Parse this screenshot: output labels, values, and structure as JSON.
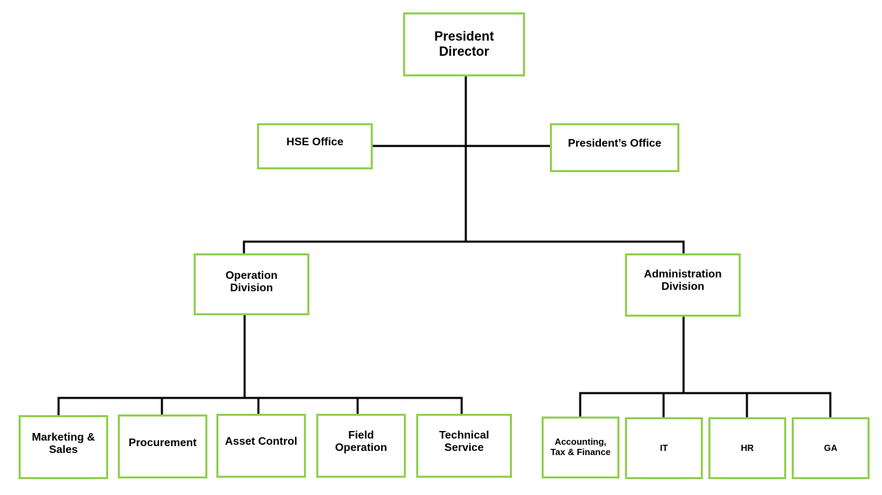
{
  "org_chart": {
    "president": "President\nDirector",
    "hse_office": "HSE Office",
    "presidents_office": "President’s Office",
    "operation_division": "Operation\nDivision",
    "administration_division": "Administration\nDivision",
    "operation_units": [
      "Marketing &\nSales",
      "Procurement",
      "Asset Control",
      "Field\nOperation",
      "Technical\nService"
    ],
    "administration_units": [
      "Accounting,\nTax & Finance",
      "IT",
      "HR",
      "GA"
    ]
  },
  "colors": {
    "box_border": "#92d050",
    "connector": "#000000",
    "background": "#ffffff"
  }
}
